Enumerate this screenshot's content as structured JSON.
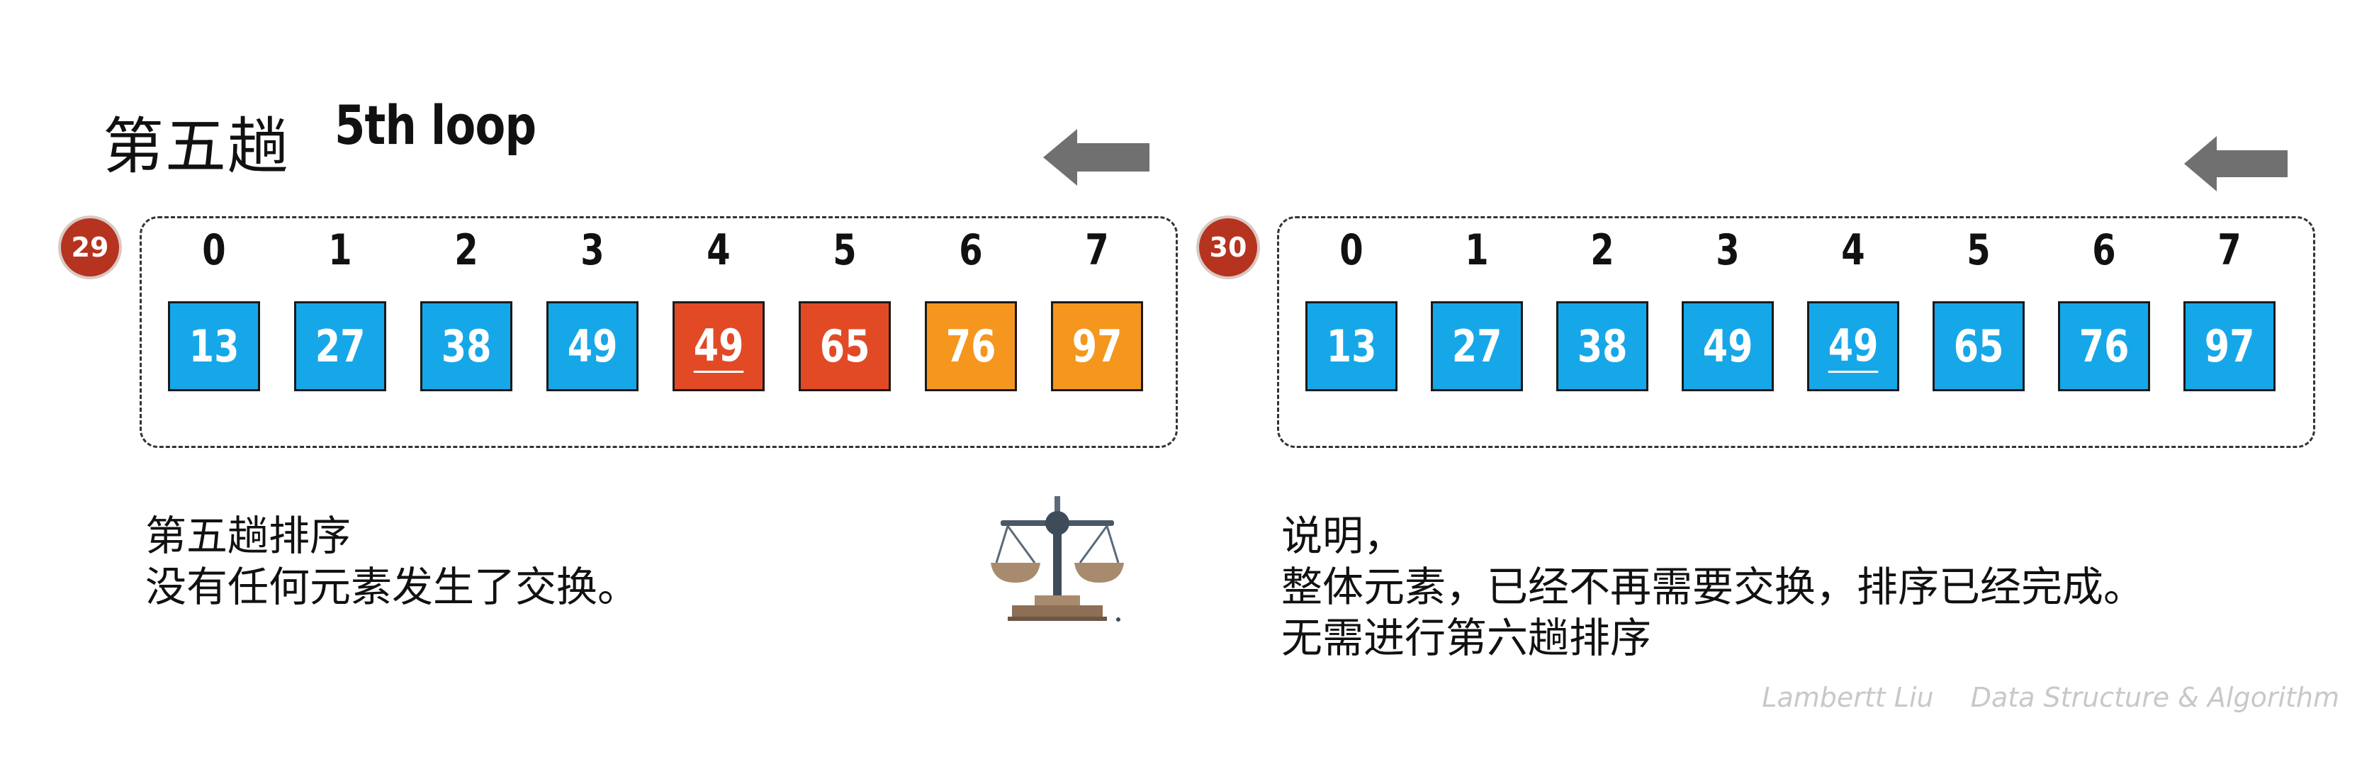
{
  "header": {
    "title_cn": "第五趟",
    "title_en": "5th loop"
  },
  "colors": {
    "blue": "#16a7e8",
    "red": "#e24a26",
    "orange": "#f5961e",
    "badge": "#b5331f",
    "arrow": "#707070"
  },
  "panels": [
    {
      "step": "29",
      "indices": [
        "0",
        "1",
        "2",
        "3",
        "4",
        "5",
        "6",
        "7"
      ],
      "cells": [
        {
          "value": "13",
          "color": "blue",
          "marked": false
        },
        {
          "value": "27",
          "color": "blue",
          "marked": false
        },
        {
          "value": "38",
          "color": "blue",
          "marked": false
        },
        {
          "value": "49",
          "color": "blue",
          "marked": false
        },
        {
          "value": "49",
          "color": "red",
          "marked": true
        },
        {
          "value": "65",
          "color": "red",
          "marked": false
        },
        {
          "value": "76",
          "color": "orange",
          "marked": false
        },
        {
          "value": "97",
          "color": "orange",
          "marked": false
        }
      ]
    },
    {
      "step": "30",
      "indices": [
        "0",
        "1",
        "2",
        "3",
        "4",
        "5",
        "6",
        "7"
      ],
      "cells": [
        {
          "value": "13",
          "color": "blue",
          "marked": false
        },
        {
          "value": "27",
          "color": "blue",
          "marked": false
        },
        {
          "value": "38",
          "color": "blue",
          "marked": false
        },
        {
          "value": "49",
          "color": "blue",
          "marked": false
        },
        {
          "value": "49",
          "color": "blue",
          "marked": true
        },
        {
          "value": "65",
          "color": "blue",
          "marked": false
        },
        {
          "value": "76",
          "color": "blue",
          "marked": false
        },
        {
          "value": "97",
          "color": "blue",
          "marked": false
        }
      ]
    }
  ],
  "left_text": {
    "line1": "第五趟排序",
    "line2": "没有任何元素发生了交换。"
  },
  "right_text": {
    "line1": "说明，",
    "line2": "整体元素，已经不再需要交换，排序已经完成。",
    "line3": "无需进行第六趟排序"
  },
  "footer": {
    "author": "Lambertt Liu",
    "course": "Data Structure & Algorithm"
  },
  "icons": {
    "direction_arrow": "left-arrow-icon",
    "balance": "balance-scale-icon"
  }
}
